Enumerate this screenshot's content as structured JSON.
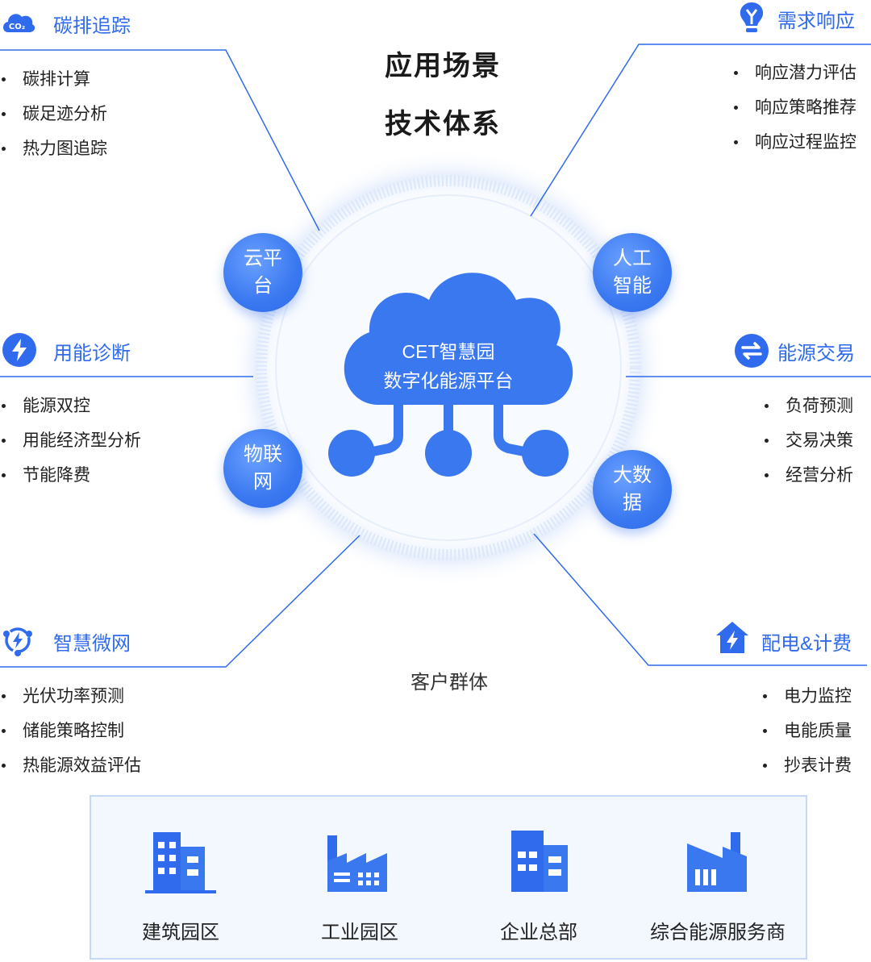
{
  "header": {
    "line1": "应用场景",
    "line2": "技术体系"
  },
  "platform": {
    "line1": "CET智慧园",
    "line2": "数字化能源平台"
  },
  "tech_nodes": {
    "cloud": "云平台",
    "ai_line1": "人工",
    "ai_line2": "智能",
    "iot": "物联网",
    "bigdata": "大数据"
  },
  "sections": {
    "carbon": {
      "title": "碳排追踪",
      "icon": "co2-cloud-icon",
      "items": [
        "碳排计算",
        "碳足迹分析",
        "热力图追踪"
      ]
    },
    "demand": {
      "title": "需求响应",
      "icon": "lightbulb-icon",
      "items": [
        "响应潜力评估",
        "响应策略推荐",
        "响应过程监控"
      ]
    },
    "diagnosis": {
      "title": "用能诊断",
      "icon": "lightning-circle-icon",
      "items": [
        "能源双控",
        "用能经济型分析",
        "节能降费"
      ]
    },
    "trading": {
      "title": "能源交易",
      "icon": "exchange-icon",
      "items": [
        "负荷预测",
        "交易决策",
        "经营分析"
      ]
    },
    "microgrid": {
      "title": "智慧微网",
      "icon": "recycle-lightning-icon",
      "items": [
        "光伏功率预测",
        "储能策略控制",
        "热能源效益评估"
      ]
    },
    "distribution": {
      "title": "配电&计费",
      "icon": "house-lightning-icon",
      "items": [
        "电力监控",
        "电能质量",
        "抄表计费"
      ]
    }
  },
  "customers": {
    "label": "客户群体",
    "items": [
      {
        "label": "建筑园区",
        "icon": "building-icon"
      },
      {
        "label": "工业园区",
        "icon": "factory-icon"
      },
      {
        "label": "企业总部",
        "icon": "office-icon"
      },
      {
        "label": "综合能源服务商",
        "icon": "energy-plant-icon"
      }
    ]
  },
  "colors": {
    "accent": "#2f6bec",
    "accent_light": "#6aa0ff",
    "ring": "#dbe7fb",
    "box_bg": "#f3f7fe"
  }
}
